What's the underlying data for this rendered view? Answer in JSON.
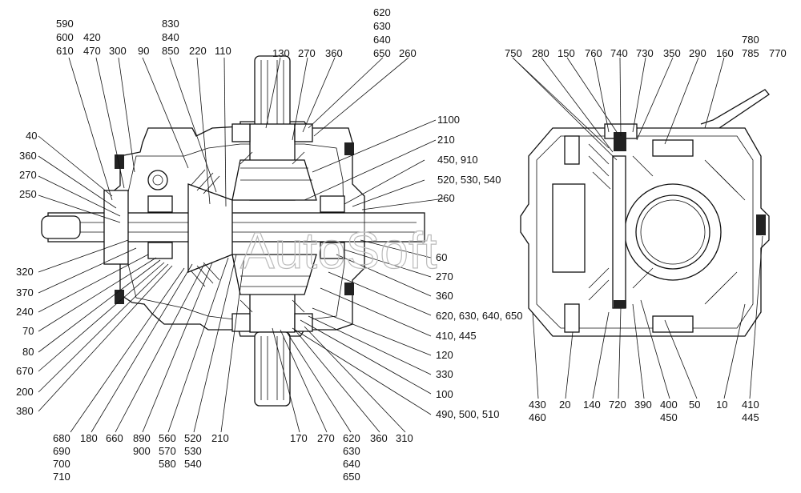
{
  "watermark": "AutoSoft",
  "left_view": {
    "labels": {
      "l590": "590",
      "l600": "600",
      "l610": "610",
      "l420": "420",
      "l470": "470",
      "l300": "300",
      "l90": "90",
      "l830": "830",
      "l840": "840",
      "l850": "850",
      "l220": "220",
      "l110": "110",
      "l620a": "620",
      "l630a": "630",
      "l640a": "640",
      "l650a": "650",
      "l130": "130",
      "l270a": "270",
      "l360a": "360",
      "l260a": "260",
      "l1100": "1100",
      "l210a": "210",
      "l450_910": "450, 910",
      "l520_530_540": "520, 530, 540",
      "l260b": "260",
      "l40": "40",
      "l360b": "360",
      "l270b": "270",
      "l250": "250",
      "l60": "60",
      "l270c": "270",
      "l360c": "360",
      "l620_650": "620, 630, 640, 650",
      "l410_445": "410, 445",
      "l120": "120",
      "l330": "330",
      "l100": "100",
      "l490_510": "490, 500, 510",
      "l320": "320",
      "l370": "370",
      "l240": "240",
      "l70": "70",
      "l80": "80",
      "l670": "670",
      "l200": "200",
      "l380": "380",
      "l680": "680",
      "l690": "690",
      "l700": "700",
      "l710": "710",
      "l180": "180",
      "l660": "660",
      "l890": "890",
      "l900": "900",
      "l560": "560",
      "l570": "570",
      "l580": "580",
      "l520b": "520",
      "l530b": "530",
      "l540b": "540",
      "l210b": "210",
      "l170": "170",
      "l270d": "270",
      "l620b": "620",
      "l630b": "630",
      "l640b": "640",
      "l650b": "650",
      "l360d": "360",
      "l310": "310"
    }
  },
  "right_view": {
    "labels": {
      "l750": "750",
      "l280": "280",
      "l150": "150",
      "l760": "760",
      "l740": "740",
      "l730": "730",
      "l350": "350",
      "l290": "290",
      "l160": "160",
      "l780": "780",
      "l785": "785",
      "l770": "770",
      "l430": "430",
      "l460": "460",
      "l20": "20",
      "l140": "140",
      "l720": "720",
      "l390": "390",
      "l400": "400",
      "l450": "450",
      "l50": "50",
      "l10": "10",
      "l410": "410",
      "l445": "445"
    }
  }
}
